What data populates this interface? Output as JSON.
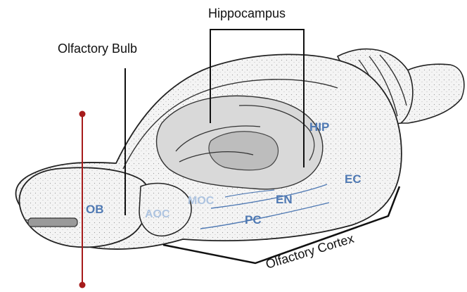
{
  "labels": {
    "hippocampus": "Hippocampus",
    "olfactory_bulb": "Olfactory Bulb",
    "olfactory_cortex": "Olfactory Cortex"
  },
  "regions": {
    "hip": "HIP",
    "ec": "EC",
    "en": "EN",
    "ob": "OB",
    "aoc": "AOC",
    "moc": "MOC",
    "pc": "PC"
  },
  "colors": {
    "region_label": "#4f79b3",
    "region_label_pale": "#aec4e0",
    "region_line": "#4f79b3",
    "section_line": "#a61b1b",
    "outline": "#222222",
    "stipple_fill": "#efefef",
    "hippocampus_fill": "#cfcfcf"
  }
}
